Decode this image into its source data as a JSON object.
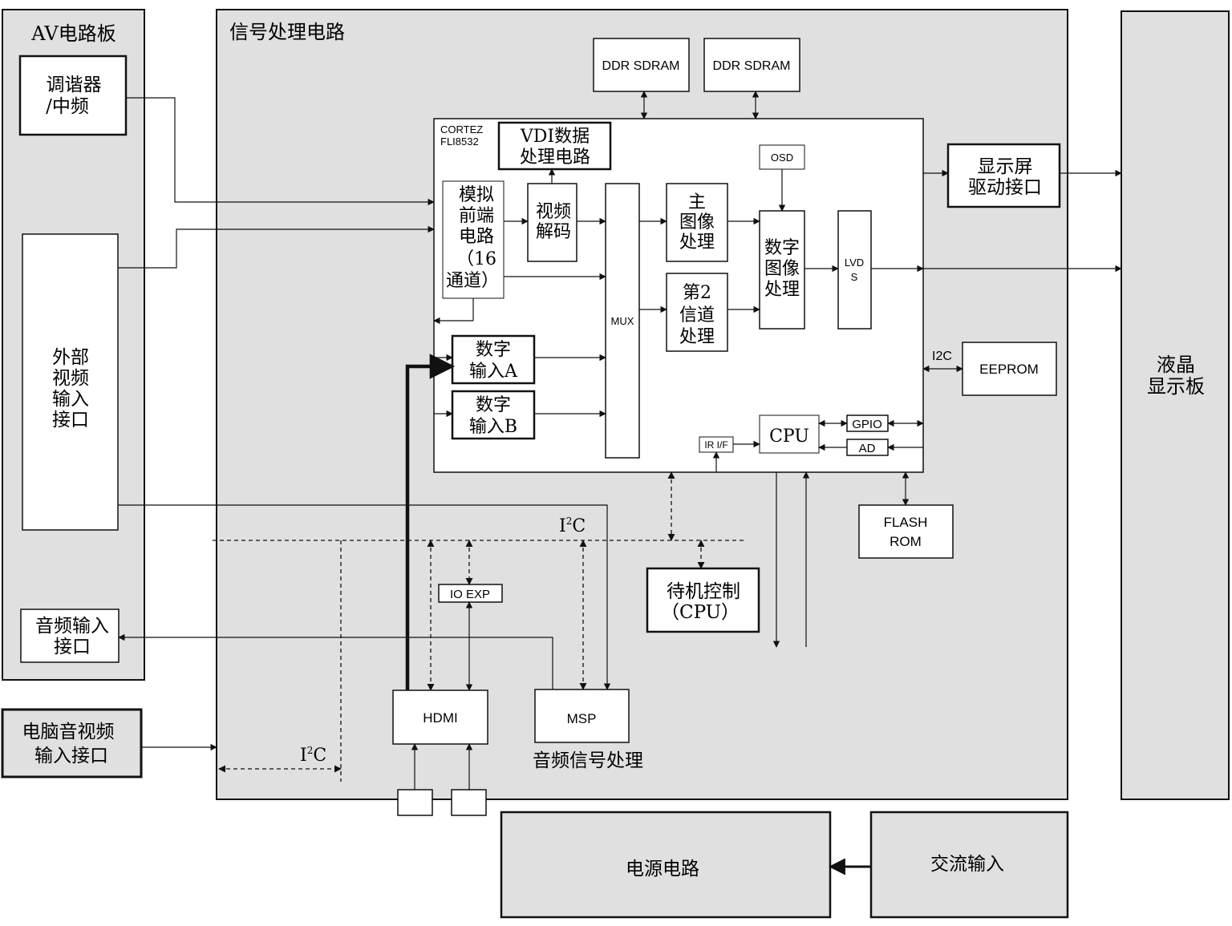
{
  "colors": {
    "panel": "#e0e0e0",
    "white": "#ffffff",
    "ink": "#111111"
  },
  "av_board": {
    "title": "AV电路板",
    "tuner": [
      "调谐器",
      "/中频"
    ],
    "ext_video": [
      "外部",
      "视频",
      "输入",
      "接口"
    ],
    "audio_in": [
      "音频输入",
      "接口"
    ]
  },
  "pc_input": [
    "电脑音视频",
    "输入接口"
  ],
  "signal_board": {
    "title": "信号处理电路"
  },
  "lcd_panel": [
    "液晶",
    "显示板"
  ],
  "power_circuit": "电源电路",
  "ac_input": "交流输入",
  "chip": {
    "label": [
      "CORTEZ",
      "FLI8532"
    ],
    "vdi": [
      "VDI数据",
      "处理电路"
    ],
    "analog_frontend": [
      "模拟",
      "前端",
      "电路",
      "（16",
      "通道）"
    ],
    "video_decode": [
      "视频",
      "解码"
    ],
    "digital_a": [
      "数字",
      "输入A"
    ],
    "digital_b": [
      "数字",
      "输入B"
    ],
    "mux": "MUX",
    "main_image": [
      "主",
      "图像",
      "处理"
    ],
    "second_channel": [
      "第2",
      "信道",
      "处理"
    ],
    "digital_image": [
      "数字",
      "图像",
      "处理"
    ],
    "osd": "OSD",
    "lvds": [
      "LVD",
      "S"
    ],
    "cpu": "CPU",
    "ir_if": "IR I/F",
    "gpio": "GPIO",
    "ad": "AD"
  },
  "ddr1": "DDR SDRAM",
  "ddr2": "DDR SDRAM",
  "display_driver": [
    "显示屏",
    "驱动接口"
  ],
  "i2c_eeprom_label": "I2C",
  "eeprom": "EEPROM",
  "flash": [
    "FLASH",
    "ROM"
  ],
  "standby": [
    "待机控制",
    "（CPU）"
  ],
  "io_exp": "IO EXP",
  "hdmi": "HDMI",
  "msp": "MSP",
  "audio_processing": "音频信号处理",
  "i2c_bus": {
    "letters": "IC",
    "sup": "2"
  },
  "i2c_bus_bottom": {
    "letters": "IC",
    "sup": "2"
  }
}
